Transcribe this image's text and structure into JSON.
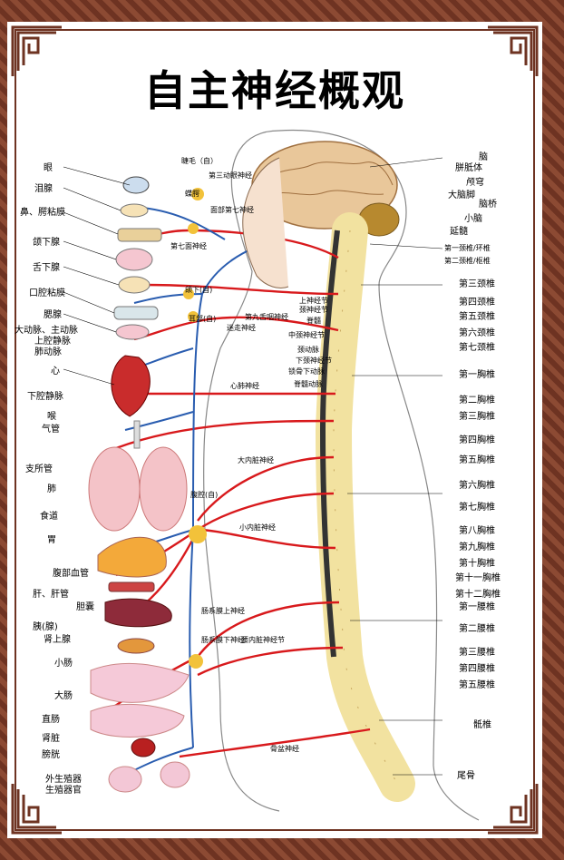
{
  "title": "自主神经概观",
  "left_labels": [
    "眼",
    "泪腺",
    "鼻、腭粘膜",
    "颌下腺",
    "舌下腺",
    "口腔粘膜",
    "腮腺",
    "大动脉、主动脉",
    "上腔静脉",
    "肺动脉",
    "心",
    "下腔静脉",
    "喉",
    "气管",
    "支所管",
    "肺",
    "食道",
    "胃",
    "腹部血管",
    "肝、肝管",
    "胆囊",
    "胰(腺)",
    "肾上腺",
    "小肠",
    "大肠",
    "直肠",
    "肾脏",
    "膀胱",
    "外生殖器",
    "生殖器官"
  ],
  "right_labels": [
    "脑",
    "胼胝体",
    "颅穹",
    "大脑脚",
    "脑桥",
    "小脑",
    "延髓",
    "第一颈椎/环椎",
    "第二颈椎/枢椎",
    "第三颈椎",
    "第四颈椎",
    "第五颈椎",
    "第六颈椎",
    "第七颈椎",
    "第一胸椎",
    "第二胸椎",
    "第三胸椎",
    "第四胸椎",
    "第五胸椎",
    "第六胸椎",
    "第七胸椎",
    "第八胸椎",
    "第九胸椎",
    "第十胸椎",
    "第十一胸椎",
    "第十二胸椎",
    "第一腰椎",
    "第二腰椎",
    "第三腰椎",
    "第四腰椎",
    "第五腰椎",
    "骶椎",
    "尾骨"
  ],
  "center_labels": [
    "睫毛（自）",
    "第三动眼神经",
    "蝶腭",
    "面部第七神经",
    "第七面神经",
    "颌下(自)",
    "耳部(自)",
    "第九舌咽神经",
    "迷走神经",
    "上神经节",
    "颈神经节",
    "脊髓",
    "中颈神经节",
    "颈动脉",
    "下颈神经节",
    "锁骨下动脉",
    "脊髓动脉",
    "心肺神经",
    "大内脏神经",
    "腹腔(自)",
    "小内脏神经",
    "肠系膜上神经",
    "肠系膜下神经",
    "腰内脏神经节",
    "骨盆神经"
  ],
  "colors": {
    "frame": "#6e3322",
    "nerve_red": "#d8191c",
    "nerve_blue": "#2a5db0",
    "bone": "#f2e2a0",
    "brain": "#e9c79a"
  }
}
